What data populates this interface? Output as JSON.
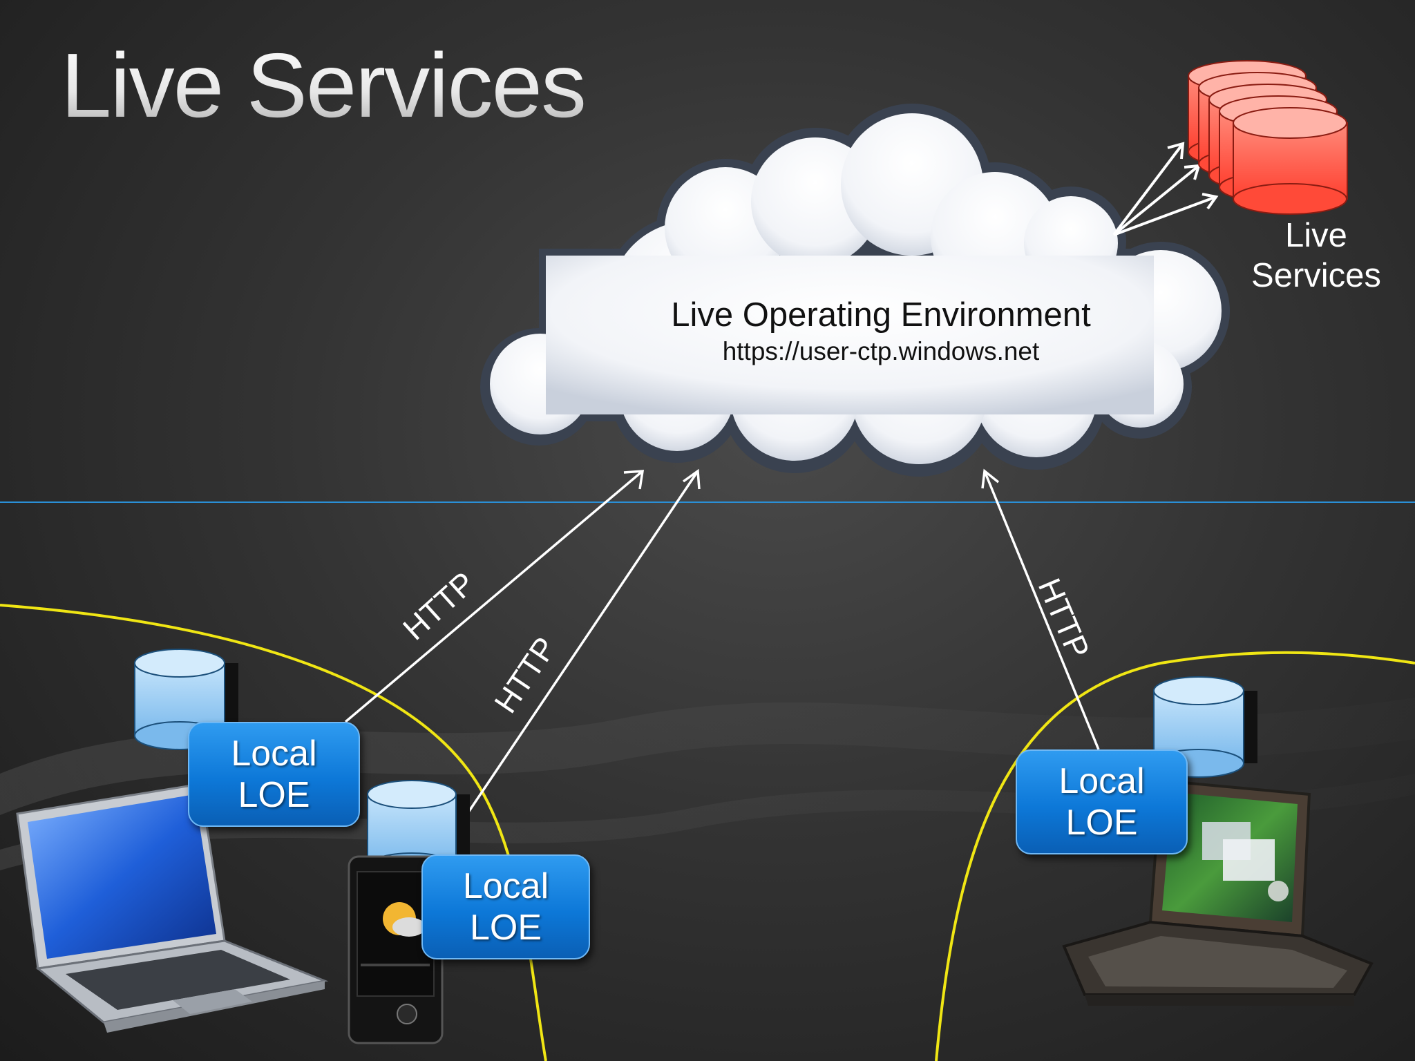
{
  "slide": {
    "title": "Live Services"
  },
  "cloud": {
    "name": "Live Operating Environment",
    "url": "https://user-ctp.windows.net"
  },
  "live_services": {
    "label_line1": "Live",
    "label_line2": "Services",
    "color": "#ff5a4a"
  },
  "local_nodes": [
    {
      "line1": "Local",
      "line2": "LOE",
      "device": "laptop"
    },
    {
      "line1": "Local",
      "line2": "LOE",
      "device": "smartphone"
    },
    {
      "line1": "Local",
      "line2": "LOE",
      "device": "umpc"
    }
  ],
  "connections": [
    {
      "label": "HTTP"
    },
    {
      "label": "HTTP"
    },
    {
      "label": "HTTP"
    }
  ],
  "colors": {
    "boundary": "#f0e614",
    "divider": "#2a8fd6",
    "loe_blue": "#0d78d8",
    "db_blue": "#9fd0f5"
  }
}
